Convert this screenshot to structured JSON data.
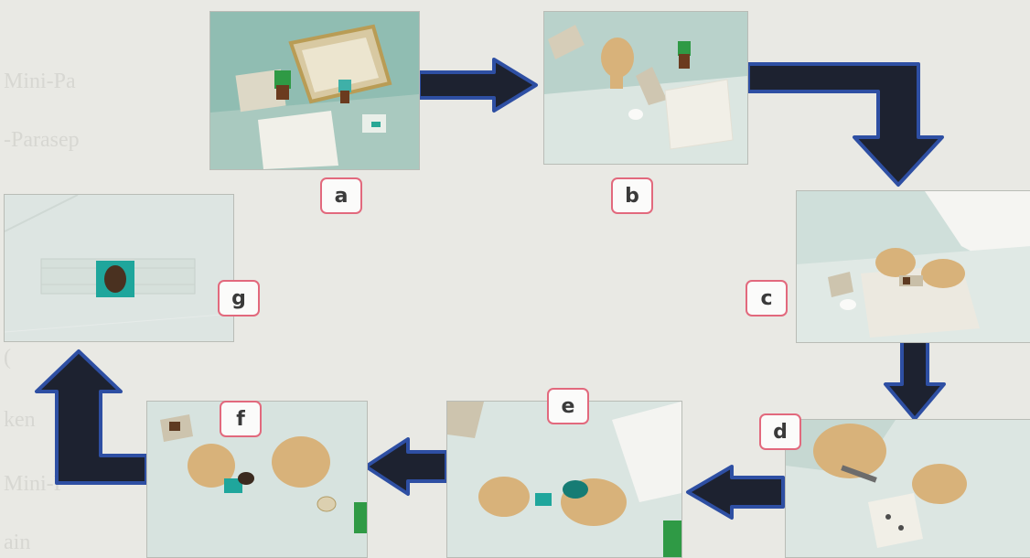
{
  "steps": [
    {
      "id": "a",
      "label": "a"
    },
    {
      "id": "b",
      "label": "b"
    },
    {
      "id": "c",
      "label": "c"
    },
    {
      "id": "d",
      "label": "d"
    },
    {
      "id": "e",
      "label": "e"
    },
    {
      "id": "f",
      "label": "f"
    },
    {
      "id": "g",
      "label": "g"
    }
  ],
  "colors": {
    "arrow_fill": "#1d2230",
    "arrow_outline": "#2e4fa3",
    "label_border": "#e2697d",
    "glove_color": "#d8b27a",
    "slide_frame_color": "#1fa69c"
  }
}
